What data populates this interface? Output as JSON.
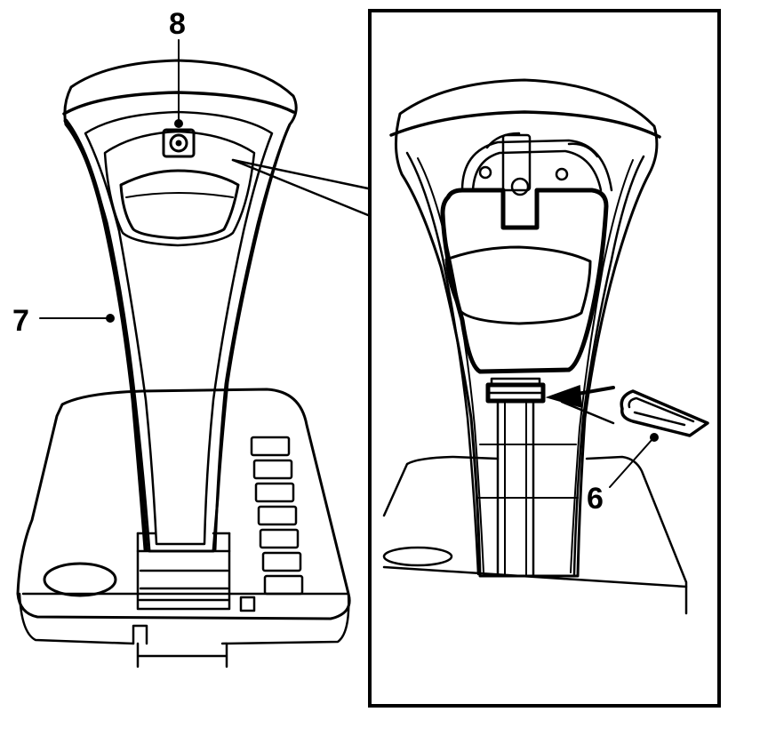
{
  "callouts": {
    "knob_label": "7",
    "screw_label": "8",
    "clip_label": "6"
  },
  "colors": {
    "ink": "#000000",
    "paper": "#ffffff",
    "surface": "#f5f5f5"
  }
}
